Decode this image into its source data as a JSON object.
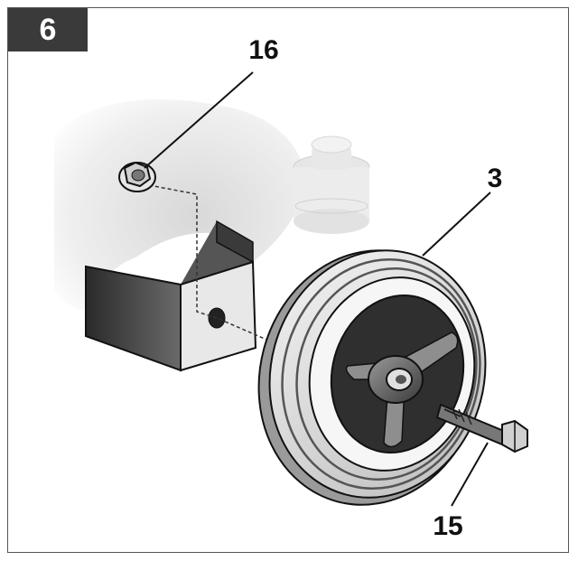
{
  "step": {
    "number": "6"
  },
  "callouts": {
    "nut": "16",
    "wheel": "3",
    "bolt": "15"
  },
  "parts": {
    "nut": "flange-nut-icon",
    "bracket": "mounting-bracket-icon",
    "wheel": "wheel-icon",
    "bolt": "hex-bolt-icon"
  }
}
